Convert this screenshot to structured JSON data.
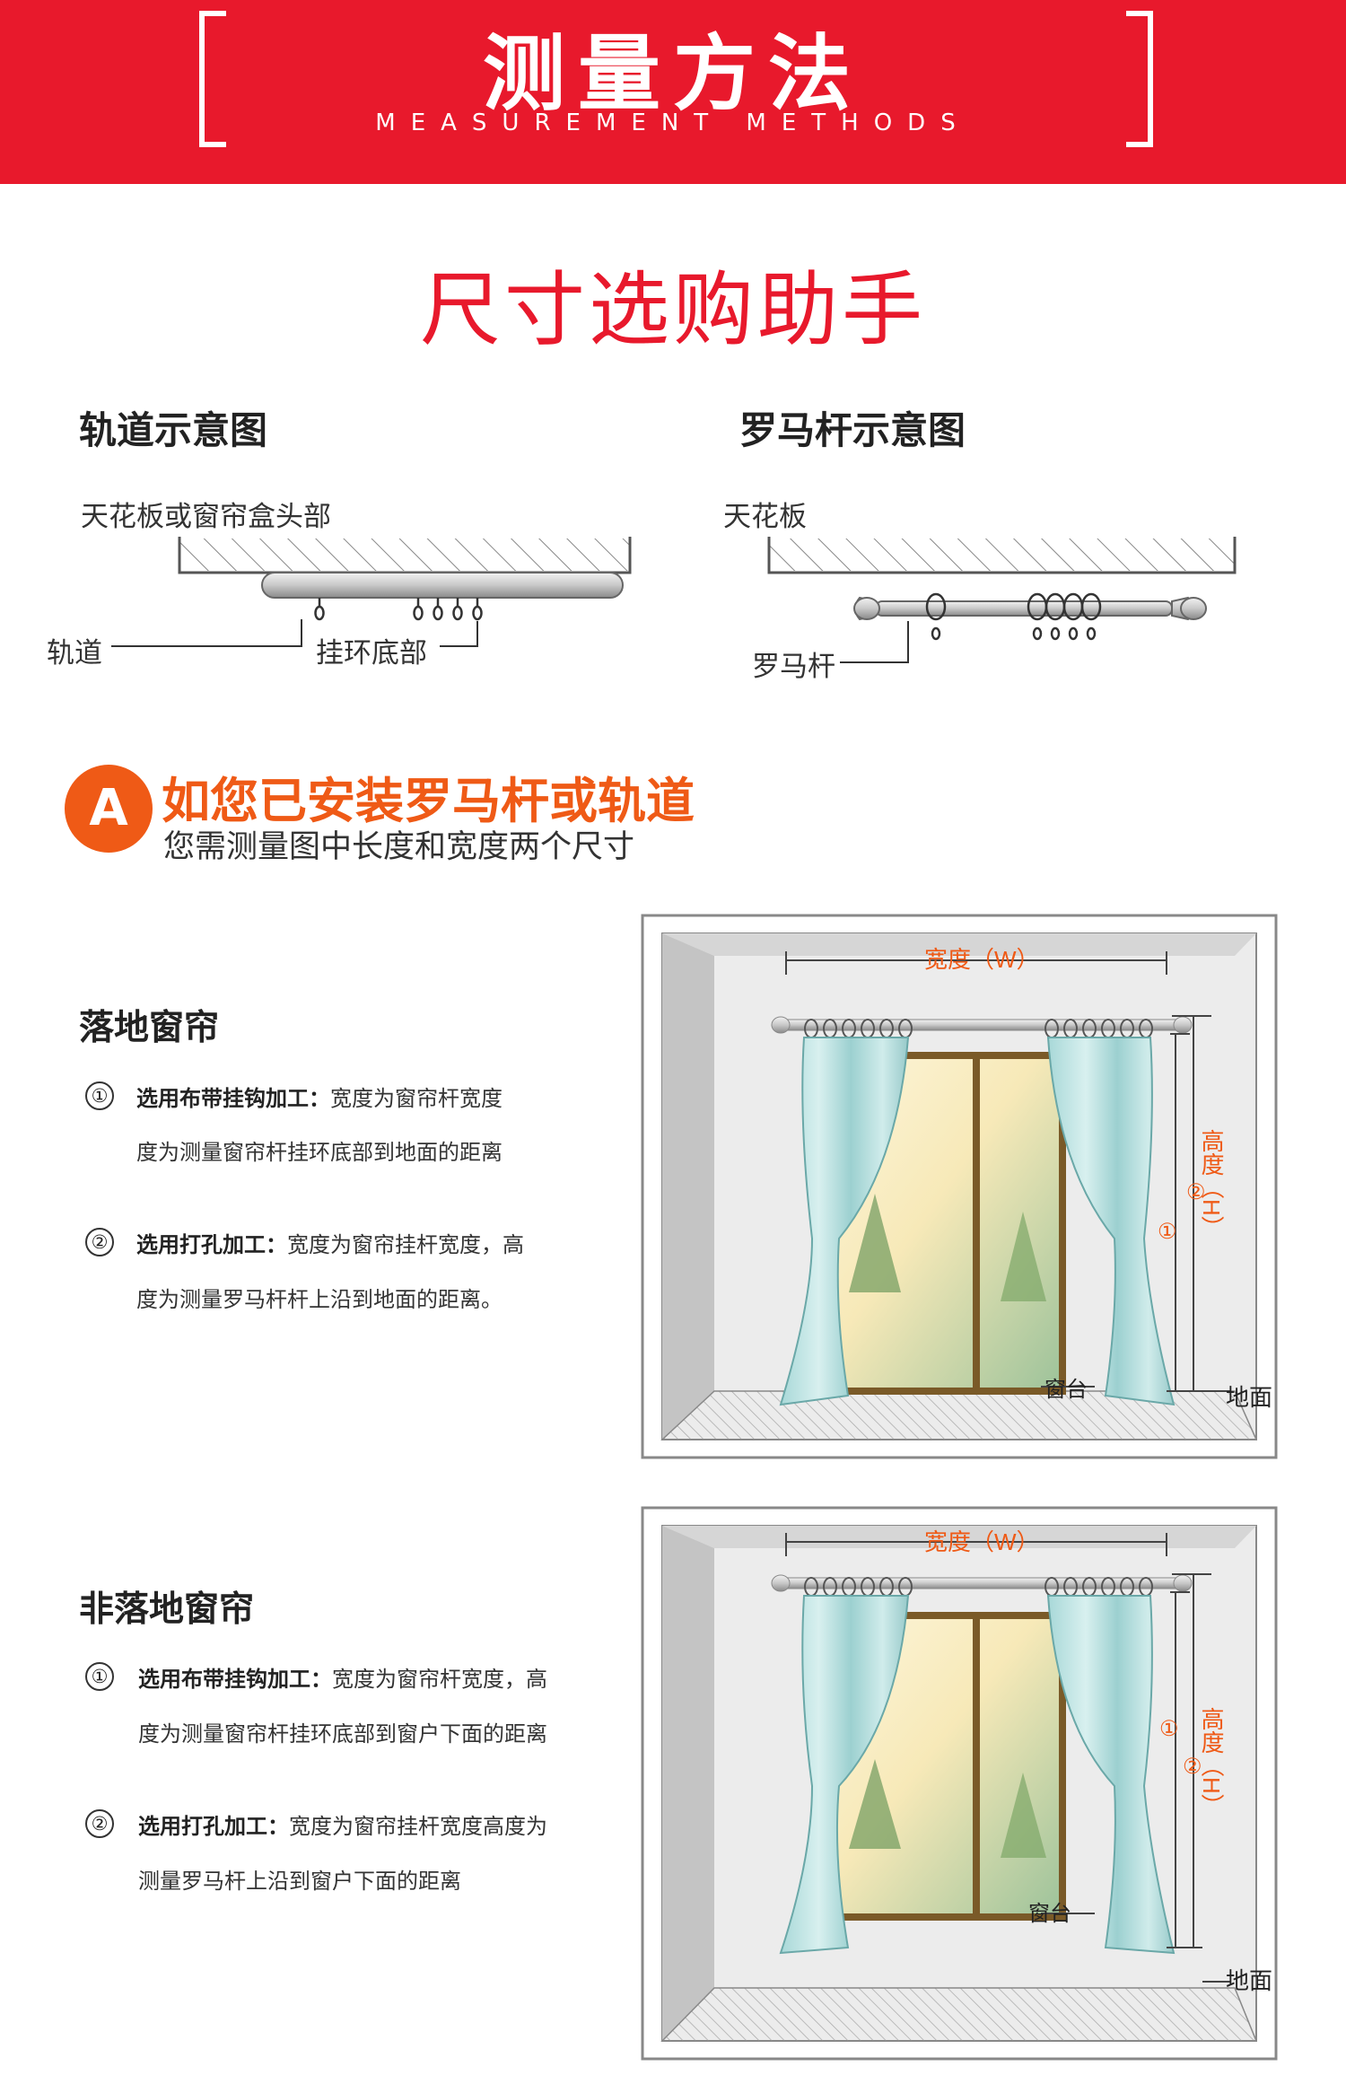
{
  "banner": {
    "title": "测量方法",
    "subtitle": "MEASUREMENT METHODS"
  },
  "main_title": "尺寸选购助手",
  "track_diagram": {
    "title": "轨道示意图",
    "ceiling_label": "天花板或窗帘盒头部",
    "track_label": "轨道",
    "ring_label": "挂环底部"
  },
  "rod_diagram": {
    "title": "罗马杆示意图",
    "ceiling_label": "天花板",
    "rod_label": "罗马杆"
  },
  "section_a": {
    "badge": "A",
    "title": "如您已安装罗马杆或轨道",
    "subtitle": "您需测量图中长度和宽度两个尺寸"
  },
  "floor_curtain": {
    "title": "落地窗帘",
    "item1": {
      "num": "①",
      "bold": "选用布带挂钩加工：",
      "text": "宽度为窗帘杆宽度",
      "line2": "度为测量窗帘杆挂环底部到地面的距离"
    },
    "item2": {
      "num": "②",
      "bold": "选用打孔加工：",
      "text": "宽度为窗帘挂杆宽度，高",
      "line2": "度为测量罗马杆杆上沿到地面的距离。"
    }
  },
  "nonfloor_curtain": {
    "title": "非落地窗帘",
    "item1": {
      "num": "①",
      "bold": "选用布带挂钩加工：",
      "text": "宽度为窗帘杆宽度，高",
      "line2": "度为测量窗帘杆挂环底部到窗户下面的距离"
    },
    "item2": {
      "num": "②",
      "bold": "选用打孔加工：",
      "text": "宽度为窗帘挂杆宽度高度为",
      "line2": "测量罗马杆上沿到窗户下面的距离"
    }
  },
  "illustration1": {
    "width_label": "宽度（W）",
    "height_label": "高度（H）",
    "sill_label": "窗台",
    "floor_label": "地面",
    "mark1": "①",
    "mark2": "②"
  },
  "illustration2": {
    "width_label": "宽度（W）",
    "height_label": "高度（H）",
    "sill_label": "窗台",
    "floor_label": "地面",
    "mark1": "①",
    "mark2": "②"
  },
  "colors": {
    "brand_red": "#e8192c",
    "accent_orange": "#ef5a16",
    "curtain": "#bfe3e3"
  }
}
